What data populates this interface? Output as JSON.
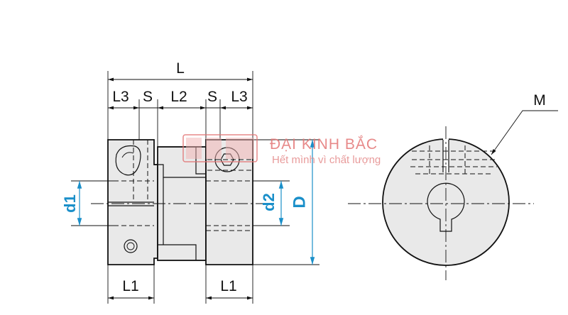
{
  "dimensions": {
    "overall_length": "L",
    "hub_length_top": "L3",
    "gap": "S",
    "spacer_length": "L2",
    "hub_length_bottom": "L1",
    "bore_1": "d1",
    "bore_2": "d2",
    "outer_diameter": "D",
    "screw": "M"
  },
  "watermark": {
    "name": "ĐẠI KINH BẮC",
    "slogan": "Hết mình vì chất lượng"
  },
  "colors": {
    "bore_dimension": "#1a8fc9",
    "watermark": "#e37575",
    "body_fill": "#e9e9e9",
    "line": "#111111"
  }
}
